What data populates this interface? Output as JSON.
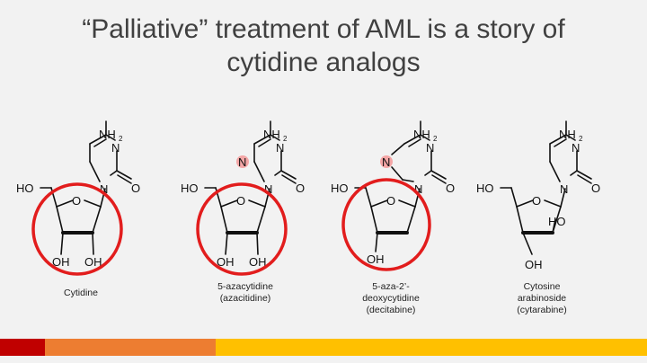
{
  "slide": {
    "title_line1": "“Palliative” treatment of AML is a story of",
    "title_line2": "cytidine analogs"
  },
  "atoms": {
    "nh2": "NH",
    "n": "N",
    "o": "O",
    "ho": "HO",
    "oh": "OH"
  },
  "captions": {
    "cytidine": [
      "Cytidine"
    ],
    "azacitidine": [
      "5-azacytidine",
      "(azacitidine)"
    ],
    "decitabine": [
      "5-aza-2’-",
      "deoxycytidine",
      "(decitabine)"
    ],
    "cytarabine": [
      "Cytosine",
      "arabinoside",
      "(cytarabine)"
    ]
  },
  "colors": {
    "highlight_circle": "#e21d1d",
    "n_highlight": "#f4a6a6",
    "bar_red": "#c00000",
    "bar_orange": "#ed7d31",
    "bar_yellow": "#ffc000"
  }
}
